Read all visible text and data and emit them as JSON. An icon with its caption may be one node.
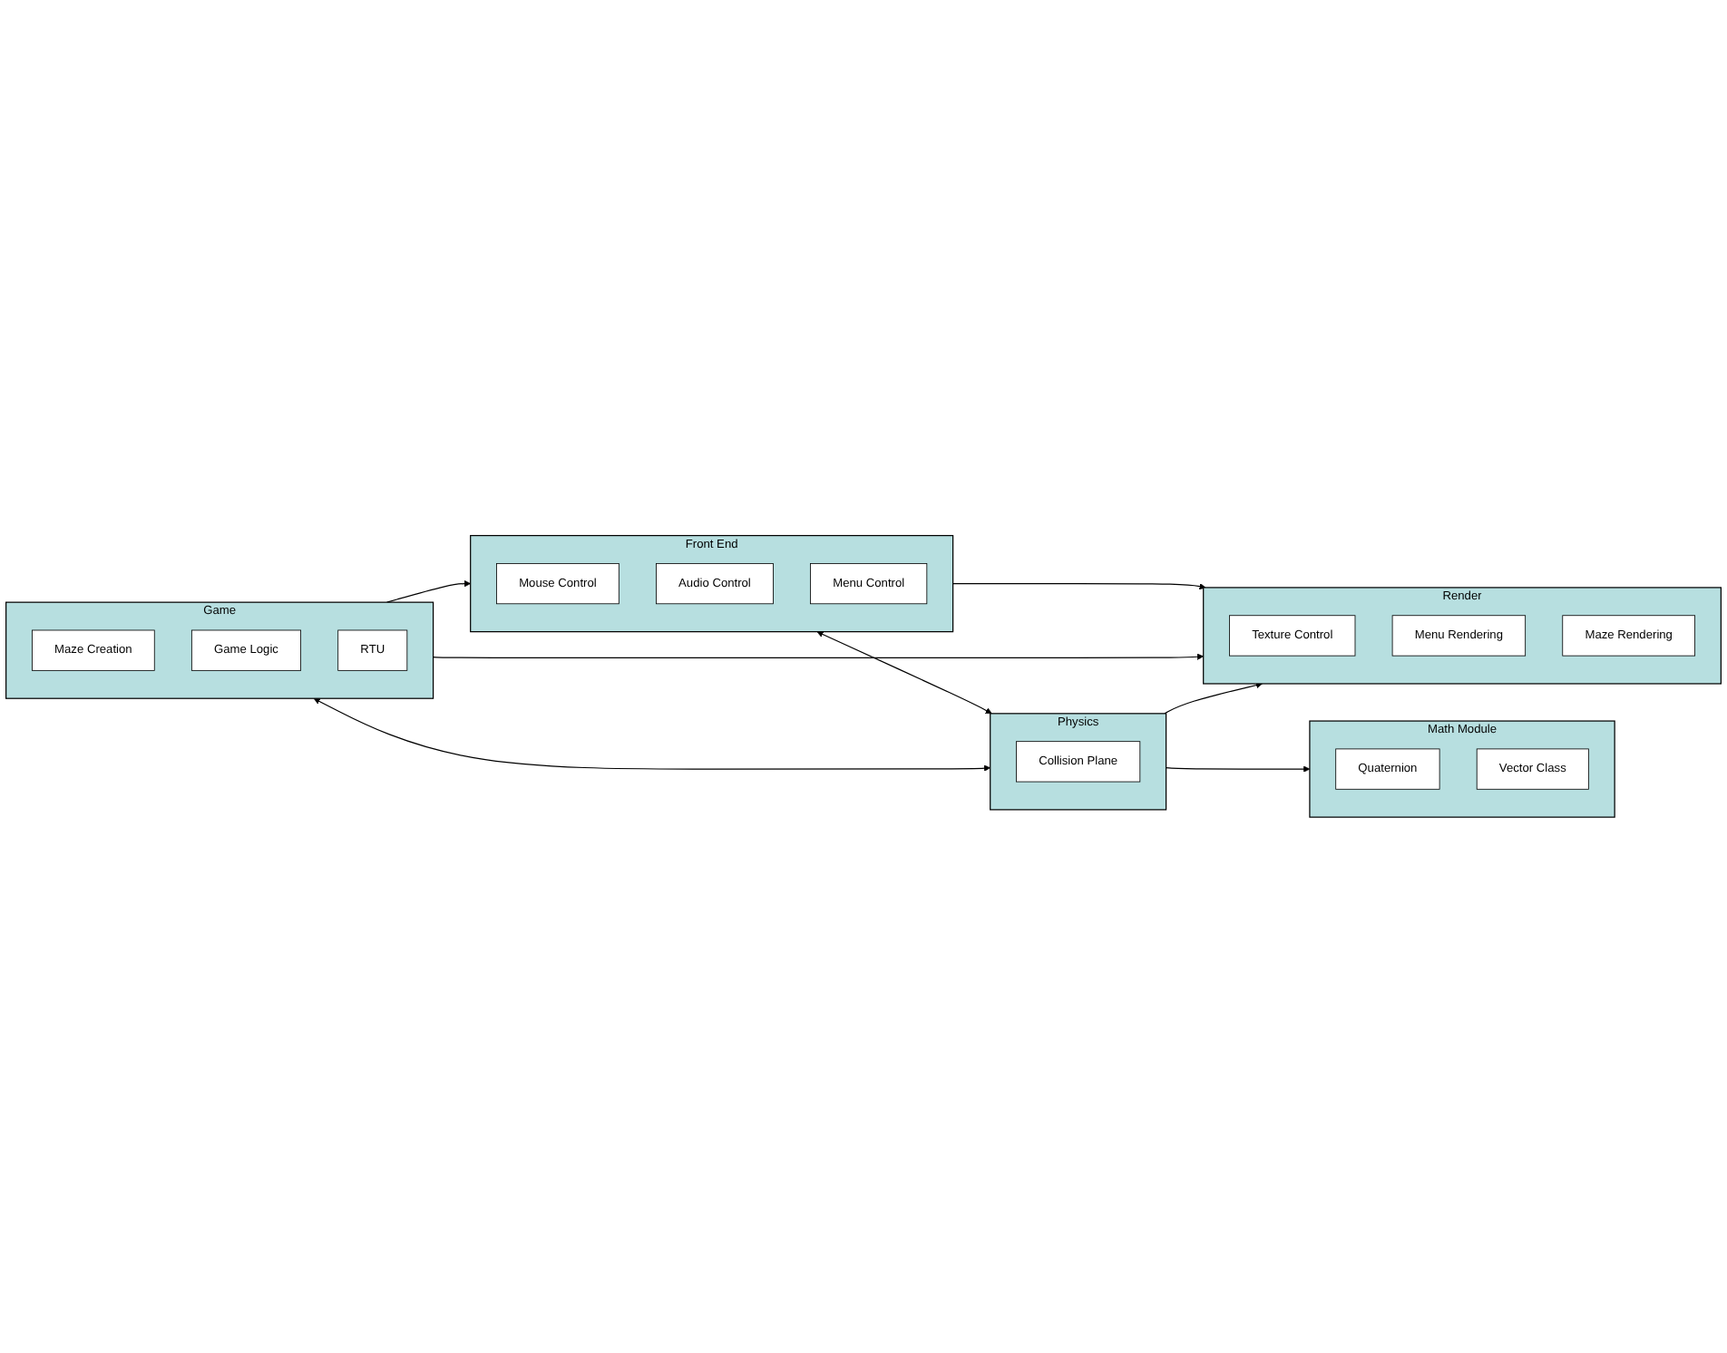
{
  "diagram": {
    "nodes": [
      {
        "text": [
          "Front End"
        ]
      },
      {
        "text": [
          "Mouse Control"
        ],
        "in": 0
      },
      {
        "text": [
          "Audio Control"
        ],
        "in": 0
      },
      {
        "text": [
          "Menu Control"
        ],
        "in": 0
      },
      {
        "text": [
          "Render"
        ]
      },
      {
        "text": [
          "Texture Control"
        ],
        "in": 4
      },
      {
        "text": [
          "Menu Rendering"
        ],
        "in": 4
      },
      {
        "text": [
          "Maze Rendering"
        ],
        "in": 4
      },
      {
        "text": [
          "Game"
        ]
      },
      {
        "text": [
          "Maze Creation"
        ],
        "in": 8
      },
      {
        "text": [
          "Game Logic"
        ],
        "in": 8
      },
      {
        "text": [
          "RTU"
        ],
        "in": 8
      },
      {
        "text": [
          "Math Module"
        ]
      },
      {
        "text": [
          "Quaternion"
        ],
        "in": 12
      },
      {
        "text": [
          "Vector Class"
        ],
        "in": 12
      },
      {
        "text": [
          "Physics"
        ]
      },
      {
        "text": [
          "Collision Plane"
        ],
        "in": 15
      }
    ],
    "edges": [
      {
        "from": 8,
        "to": 0,
        "arrow": "to"
      },
      {
        "from": 0,
        "to": 4,
        "arrow": "to"
      },
      {
        "from": 8,
        "to": 4,
        "arrow": "to"
      },
      {
        "from": 0,
        "to": 15,
        "arrow": "both"
      },
      {
        "from": 8,
        "to": 15,
        "arrow": "both"
      },
      {
        "from": 15,
        "to": 4,
        "arrow": "to"
      },
      {
        "from": 15,
        "to": 12,
        "arrow": "to"
      }
    ]
  }
}
